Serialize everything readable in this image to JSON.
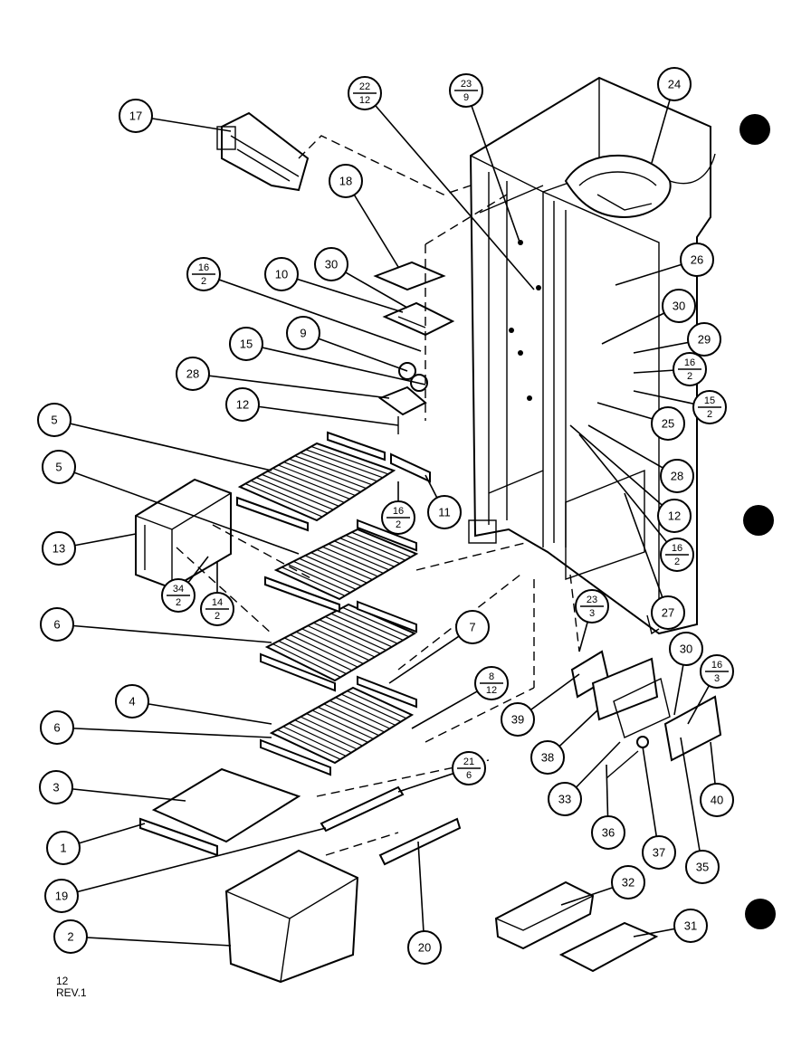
{
  "diagram": {
    "type": "exploded-parts-view",
    "page_code": "12",
    "revision": "REV.1",
    "callouts": [
      {
        "id": "c17",
        "label": "17"
      },
      {
        "id": "c22",
        "num": "22",
        "den": "12"
      },
      {
        "id": "c23a",
        "num": "23",
        "den": "9"
      },
      {
        "id": "c24",
        "label": "24"
      },
      {
        "id": "c18",
        "label": "18"
      },
      {
        "id": "c16a",
        "num": "16",
        "den": "2"
      },
      {
        "id": "c10",
        "label": "10"
      },
      {
        "id": "c30a",
        "label": "30"
      },
      {
        "id": "c26",
        "label": "26"
      },
      {
        "id": "c9",
        "label": "9"
      },
      {
        "id": "c30b",
        "label": "30"
      },
      {
        "id": "c15a",
        "label": "15"
      },
      {
        "id": "c29",
        "label": "29"
      },
      {
        "id": "c28a",
        "label": "28"
      },
      {
        "id": "c16b",
        "num": "16",
        "den": "2"
      },
      {
        "id": "c12a",
        "label": "12"
      },
      {
        "id": "c15b",
        "num": "15",
        "den": "2"
      },
      {
        "id": "c25",
        "label": "25"
      },
      {
        "id": "c5a",
        "label": "5"
      },
      {
        "id": "c5b",
        "label": "5"
      },
      {
        "id": "c28b",
        "label": "28"
      },
      {
        "id": "c11",
        "label": "11"
      },
      {
        "id": "c16c",
        "num": "16",
        "den": "2"
      },
      {
        "id": "c12b",
        "label": "12"
      },
      {
        "id": "c13",
        "label": "13"
      },
      {
        "id": "c16d",
        "num": "16",
        "den": "2"
      },
      {
        "id": "c34",
        "num": "34",
        "den": "2"
      },
      {
        "id": "c14",
        "num": "14",
        "den": "2"
      },
      {
        "id": "c23b",
        "num": "23",
        "den": "3"
      },
      {
        "id": "c27",
        "label": "27"
      },
      {
        "id": "c6a",
        "label": "6"
      },
      {
        "id": "c7",
        "label": "7"
      },
      {
        "id": "c30c",
        "label": "30"
      },
      {
        "id": "c16e",
        "num": "16",
        "den": "3"
      },
      {
        "id": "c8",
        "num": "8",
        "den": "12"
      },
      {
        "id": "c4",
        "label": "4"
      },
      {
        "id": "c39",
        "label": "39"
      },
      {
        "id": "c6b",
        "label": "6"
      },
      {
        "id": "c38",
        "label": "38"
      },
      {
        "id": "c21",
        "num": "21",
        "den": "6"
      },
      {
        "id": "c33",
        "label": "33"
      },
      {
        "id": "c40",
        "label": "40"
      },
      {
        "id": "c3",
        "label": "3"
      },
      {
        "id": "c36",
        "label": "36"
      },
      {
        "id": "c1",
        "label": "1"
      },
      {
        "id": "c37",
        "label": "37"
      },
      {
        "id": "c35",
        "label": "35"
      },
      {
        "id": "c19",
        "label": "19"
      },
      {
        "id": "c32",
        "label": "32"
      },
      {
        "id": "c31",
        "label": "31"
      },
      {
        "id": "c2",
        "label": "2"
      },
      {
        "id": "c20",
        "label": "20"
      }
    ]
  }
}
